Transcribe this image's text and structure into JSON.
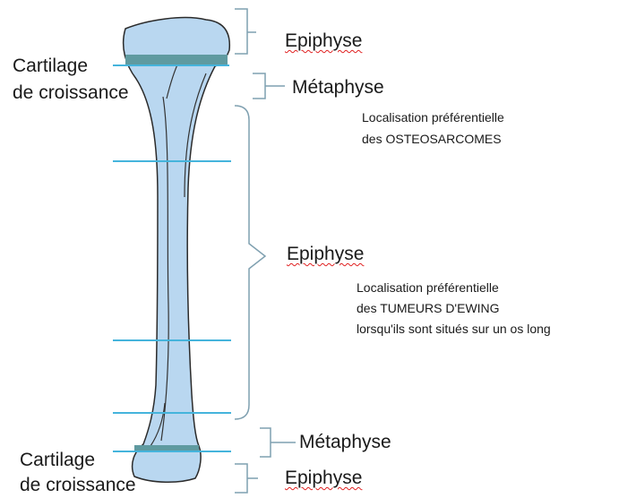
{
  "labels": {
    "epiphyse_top": "Epiphyse",
    "metaphyse_top": "Métaphyse",
    "epiphyse_middle": "Epiphyse",
    "metaphyse_bottom": "Métaphyse",
    "epiphyse_bottom": "Epiphyse",
    "cartilage_top_line1": "Cartilage",
    "cartilage_top_line2": "de croissance",
    "cartilage_bottom_line1": "Cartilage",
    "cartilage_bottom_line2": "de croissance"
  },
  "notes": {
    "osteosarcome_line1": "Localisation préférentielle",
    "osteosarcome_line2": "des OSTEOSARCOMES",
    "ewing_line1": "Localisation préférentielle",
    "ewing_line2": "des TUMEURS D'EWING",
    "ewing_line3": "lorsqu'ils sont situés sur un os long"
  },
  "colors": {
    "bone_fill": "#b9d7f0",
    "bone_outline": "#2b2b2b",
    "growth_plate": "#5f9aa0",
    "marker_line": "#45b4dc",
    "bracket": "#7fa0b0",
    "spellcheck_underline": "#e02020"
  }
}
